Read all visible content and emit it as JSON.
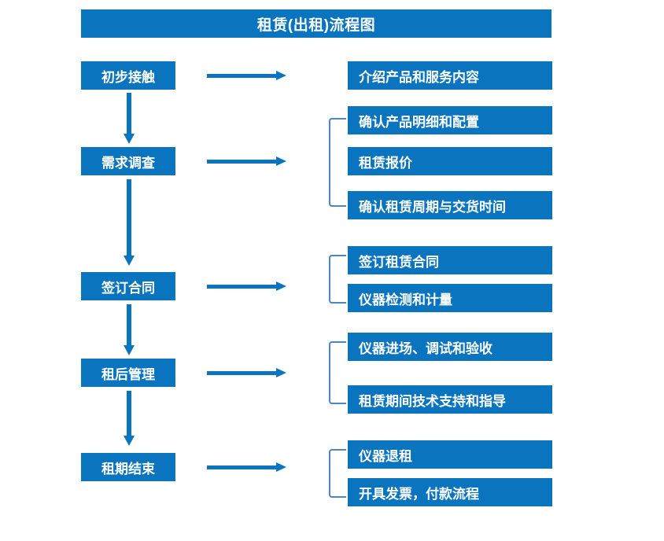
{
  "diagram": {
    "title": "租赁(出租)流程图",
    "colors": {
      "box_blue": "#0a74bf",
      "bracket_blue": "#4a86c8",
      "text": "#ffffff",
      "background": "#ffffff"
    },
    "stages": [
      {
        "id": "stage-1",
        "label": "初步接触",
        "details": [
          "介绍产品和服务内容"
        ]
      },
      {
        "id": "stage-2",
        "label": "需求调查",
        "details": [
          "确认产品明细和配置",
          "租赁报价",
          "确认租赁周期与交货时间"
        ]
      },
      {
        "id": "stage-3",
        "label": "签订合同",
        "details": [
          "签订租赁合同",
          "仪器检测和计量"
        ]
      },
      {
        "id": "stage-4",
        "label": "租后管理",
        "details": [
          "仪器进场、调试和验收",
          "租赁期间技术支持和指导"
        ]
      },
      {
        "id": "stage-5",
        "label": "租期结束",
        "details": [
          "仪器退租",
          "开具发票，付款流程"
        ]
      }
    ]
  }
}
